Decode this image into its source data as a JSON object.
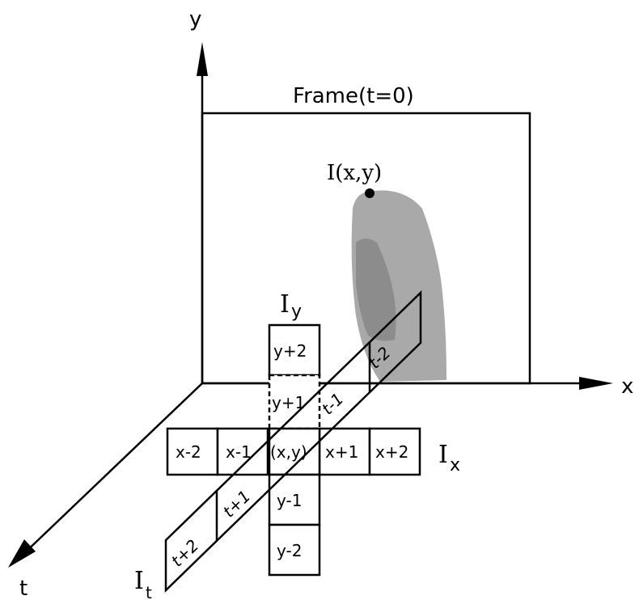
{
  "axes": {
    "y_label": "y",
    "x_label": "x",
    "t_label": "t"
  },
  "frame": {
    "title": "Frame(t=0)",
    "point_label": "I(x,y)"
  },
  "gradients": {
    "iy_label": "I",
    "iy_sub": "y",
    "ix_label": "I",
    "ix_sub": "x",
    "it_label": "I",
    "it_sub": "t"
  },
  "cells": {
    "y_plus_2": "y+2",
    "y_plus_1": "y+1",
    "center": "(x,y)",
    "y_minus_1": "y-1",
    "y_minus_2": "y-2",
    "x_minus_2": "x-2",
    "x_minus_1": "x-1",
    "x_plus_1": "x+1",
    "x_plus_2": "x+2",
    "t_minus_2": "t-2",
    "t_minus_1": "t-1",
    "t_plus_1": "t+1",
    "t_plus_2": "t+2"
  },
  "colors": {
    "blob_light": "#a9a9a9",
    "blob_dark": "#8c8c8c",
    "stroke": "#000000"
  }
}
